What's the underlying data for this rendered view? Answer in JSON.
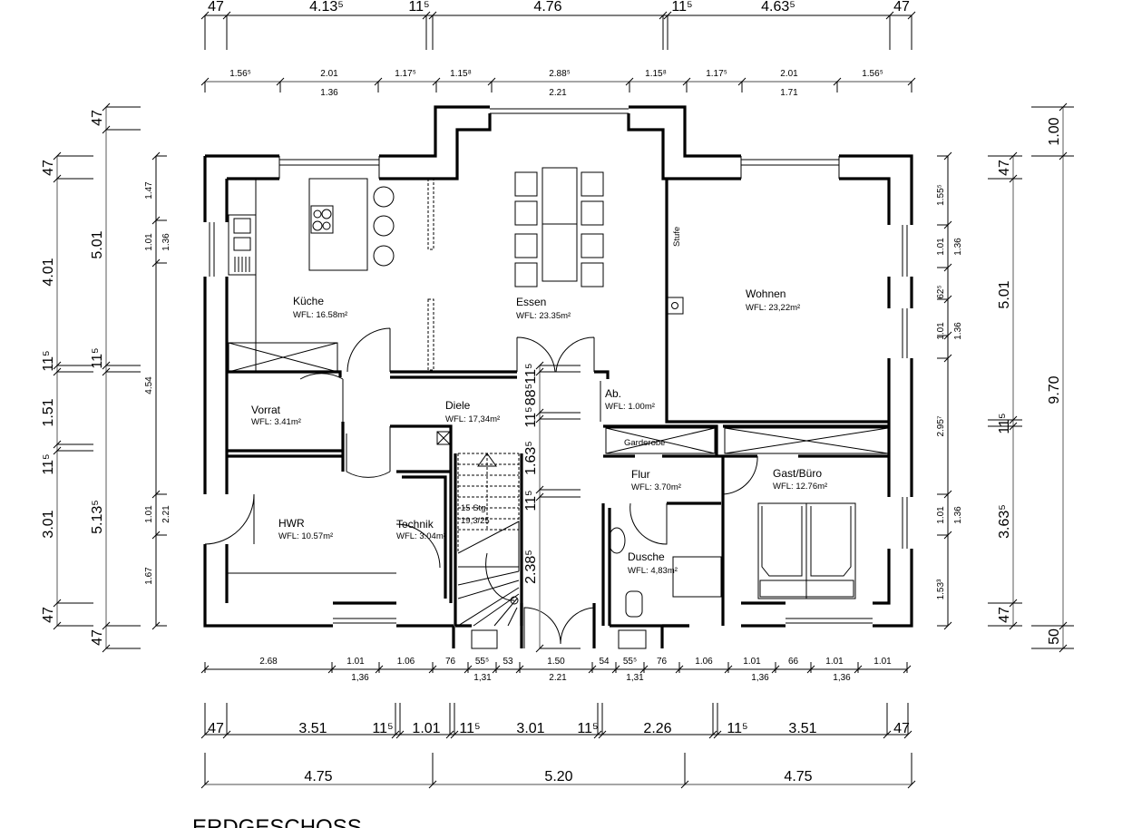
{
  "title": "ERDGESCHOSS",
  "rooms": [
    {
      "name": "Küche",
      "area": "WFL: 16.58m²"
    },
    {
      "name": "Essen",
      "area": "WFL: 23.35m²"
    },
    {
      "name": "Wohnen",
      "area": "WFL: 23,22m²"
    },
    {
      "name": "Vorrat",
      "area": "WFL: 3.41m²"
    },
    {
      "name": "Diele",
      "area": "WFL: 17,34m²"
    },
    {
      "name": "Ab.",
      "area": "WFL: 1.00m²"
    },
    {
      "name": "Flur",
      "area": "WFL: 3.70m²"
    },
    {
      "name": "Gast/Büro",
      "area": "WFL: 12.76m²"
    },
    {
      "name": "HWR",
      "area": "WFL: 10.57m²"
    },
    {
      "name": "Technik",
      "area": "WFL: 3.04m²"
    },
    {
      "name": "Dusche",
      "area": "WFL: 4,83m²"
    }
  ],
  "labels": {
    "stufe": "Stufe",
    "garderobe": "Garderobe",
    "stairs_steps": "15 Stg.",
    "stairs_ratio": "19,3/25"
  },
  "dims": {
    "top_outer": [
      "47",
      "4.13⁵",
      "11⁵",
      "4.76",
      "11⁵",
      "4.63⁵",
      "47"
    ],
    "top_inner": [
      "1.56⁵",
      "2.01",
      "1.17⁵",
      "1.15⁸",
      "2.88⁵",
      "1.15⁸",
      "1.17⁵",
      "2.01",
      "1.56⁵"
    ],
    "top_inner_sub": [
      "1.36",
      "2.21",
      "1.71"
    ],
    "bottom_inner": [
      "2.68",
      "1.01",
      "1.06",
      "76",
      "55⁵",
      "53",
      "1.50",
      "54",
      "55⁵",
      "76",
      "1.06",
      "1.01",
      "66",
      "1.01",
      "1.01"
    ],
    "bottom_inner_sub": [
      "1,36",
      "1,31",
      "2.21",
      "1,31",
      "1,36",
      "1,36"
    ],
    "bottom_mid": [
      "47",
      "3.51",
      "11⁵",
      "1.01",
      "11⁵",
      "3.01",
      "11⁵",
      "2.26",
      "11⁵",
      "3.51",
      "47"
    ],
    "bottom_outer": [
      "4.75",
      "5.20",
      "4.75"
    ],
    "left_1": [
      "47",
      "4.01",
      "11⁵",
      "1.51",
      "11⁵",
      "3.01",
      "47"
    ],
    "left_2": [
      "47",
      "5.01",
      "11⁵",
      "5.13⁵",
      "47"
    ],
    "left_3": [
      "1.47",
      "1.01",
      "1.36",
      "4.54",
      "1.01",
      "2.21",
      "1.67"
    ],
    "right_1": [
      "1.55⁵",
      "1.01",
      "1.36",
      "62⁵",
      "1.01",
      "1.36",
      "2.95⁷",
      "1.01",
      "1.36",
      "1.53³"
    ],
    "right_2": [
      "47",
      "5.01",
      "11⁵",
      "3.63⁵",
      "47"
    ],
    "right_3": [
      "1.00",
      "9.70",
      "50"
    ],
    "center": [
      "11⁵",
      "88⁵",
      "11⁵",
      "1.63⁵",
      "11⁵",
      "2.38⁵"
    ]
  }
}
